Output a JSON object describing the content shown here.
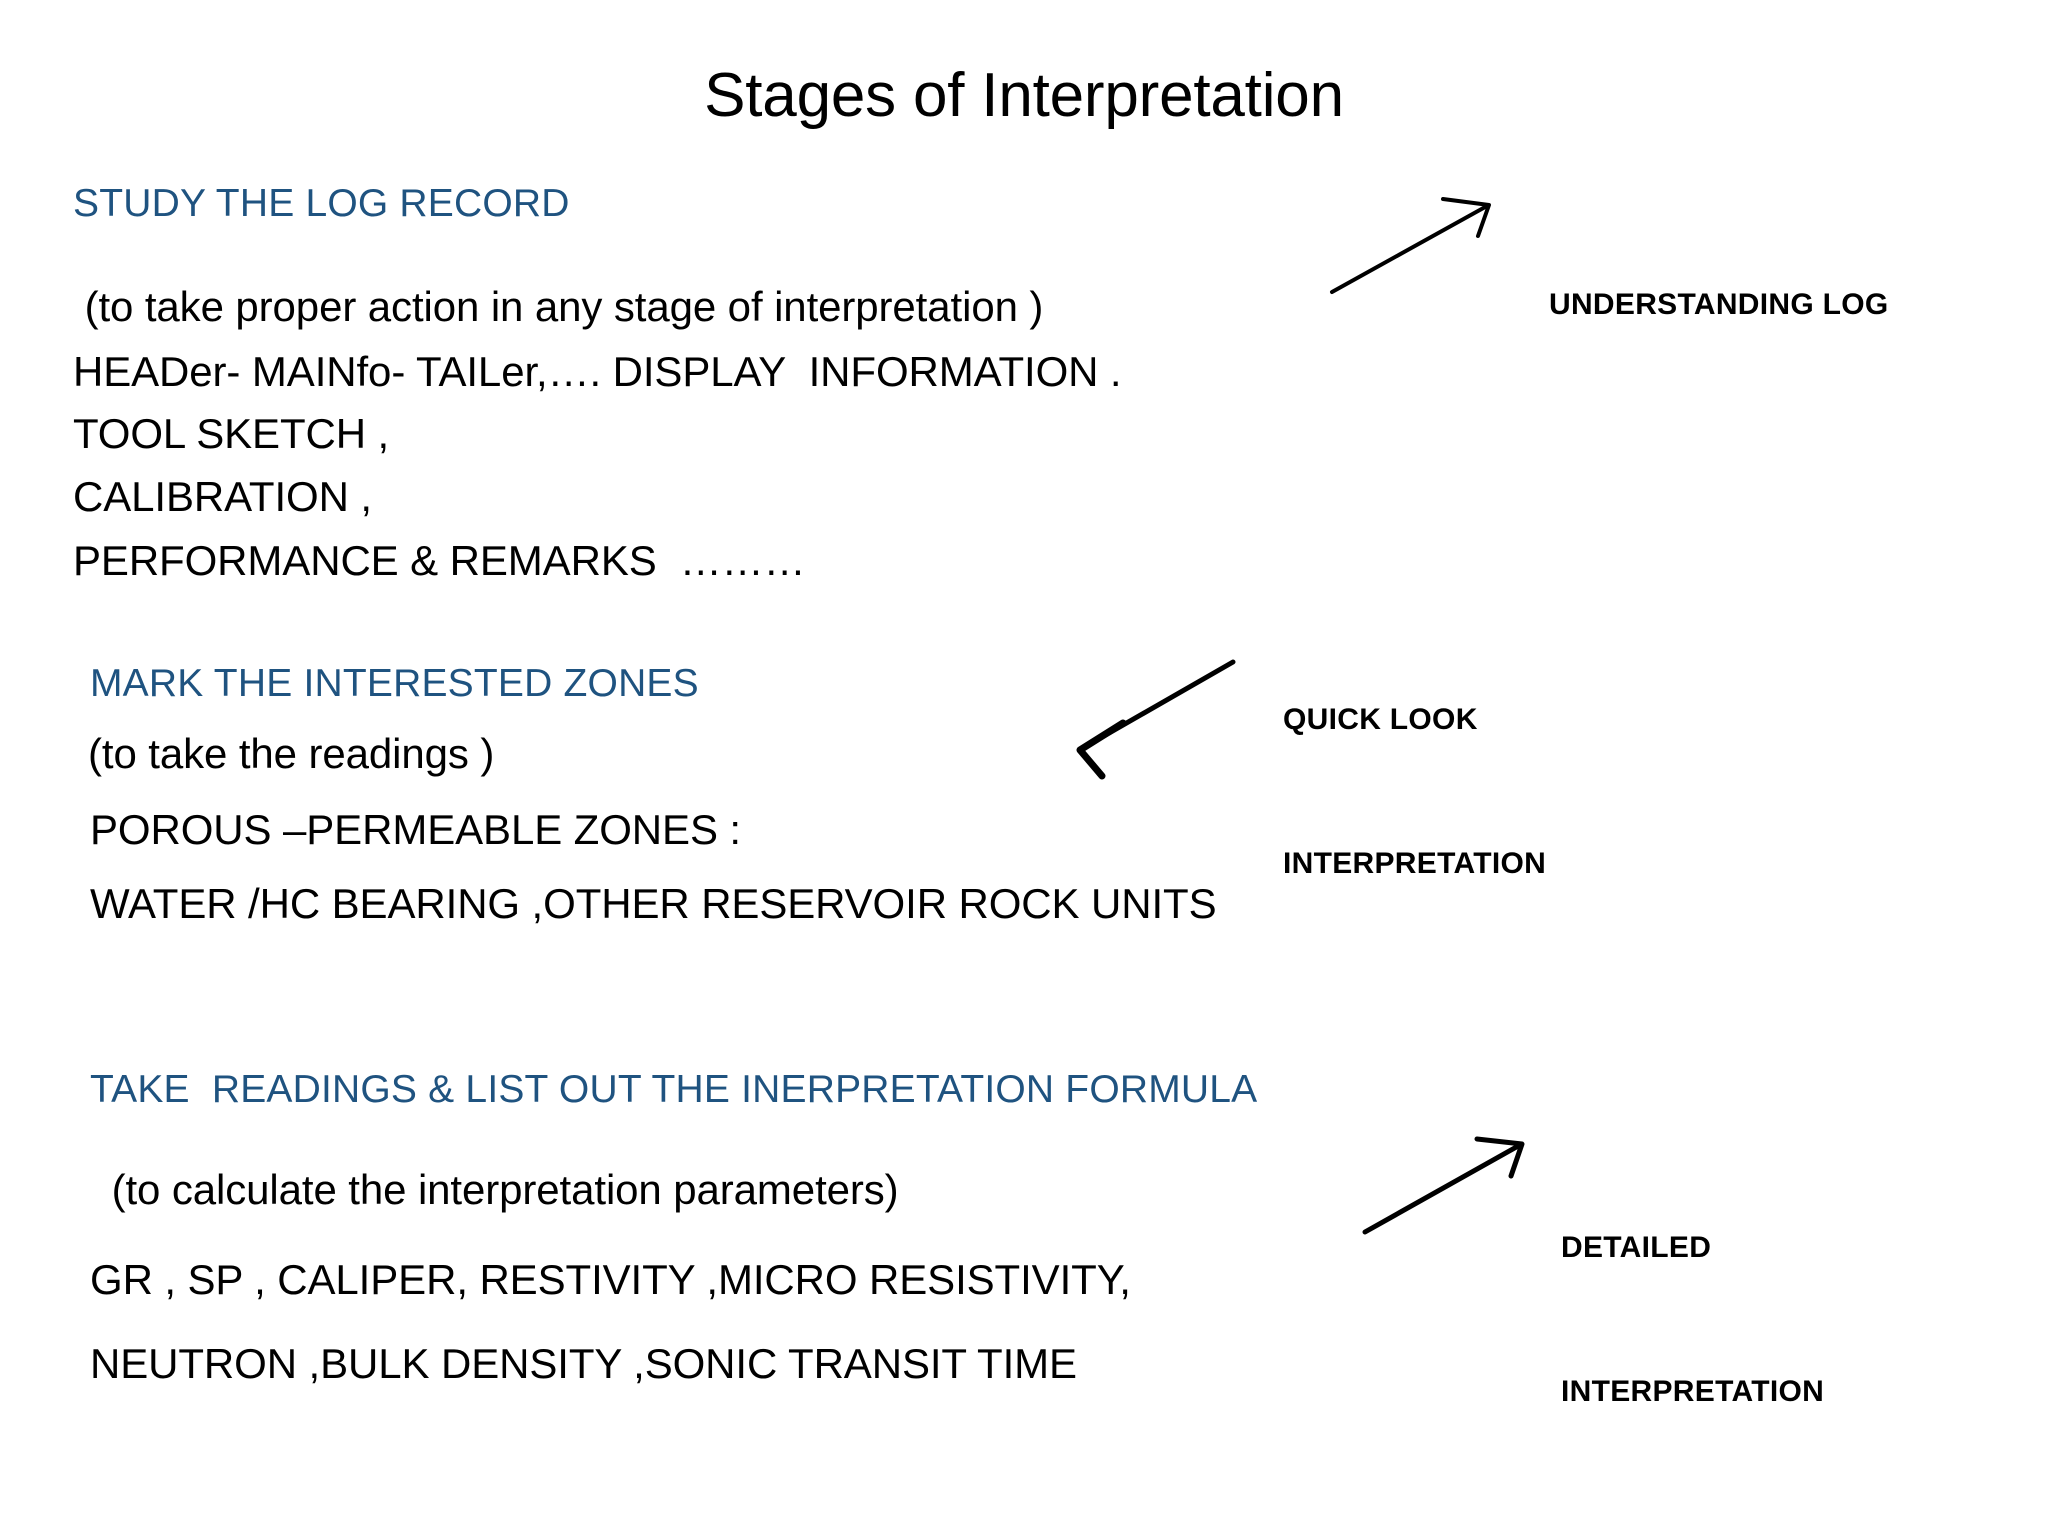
{
  "slide": {
    "title": "Stages of Interpretation",
    "background_color": "#ffffff",
    "heading_color": "#1F5380",
    "body_color": "#000000",
    "annotation_color": "#000000"
  },
  "sections": [
    {
      "heading": "STUDY THE LOG RECORD",
      "lines": [
        " (to take proper action in any stage of interpretation )",
        "HEADer- MAINfo- TAILer,…. DISPLAY  INFORMATION .",
        "TOOL SKETCH ,",
        "CALIBRATION ,",
        "PERFORMANCE & REMARKS  ………"
      ]
    },
    {
      "heading": "MARK THE INTERESTED ZONES",
      "lines": [
        "(to take the readings )",
        "POROUS –PERMEABLE ZONES :",
        "WATER /HC BEARING ,OTHER RESERVOIR ROCK UNITS"
      ]
    },
    {
      "heading": "TAKE  READINGS & LIST OUT THE INERPRETATION FORMULA",
      "lines": [
        " (to calculate the interpretation parameters)",
        "GR , SP , CALIPER, RESTIVITY ,MICRO RESISTIVITY,",
        "NEUTRON ,BULK DENSITY ,SONIC TRANSIT TIME"
      ]
    }
  ],
  "annotations": [
    {
      "line1": "UNDERSTANDING LOG",
      "line2": ""
    },
    {
      "line1": "QUICK LOOK",
      "line2": "INTERPRETATION"
    },
    {
      "line1": "DETAILED",
      "line2": "INTERPRETATION"
    }
  ],
  "icons": {
    "arrow_1": "arrow-up-right-icon",
    "arrow_2": "arrow-down-left-icon",
    "arrow_3": "arrow-up-right-icon"
  }
}
